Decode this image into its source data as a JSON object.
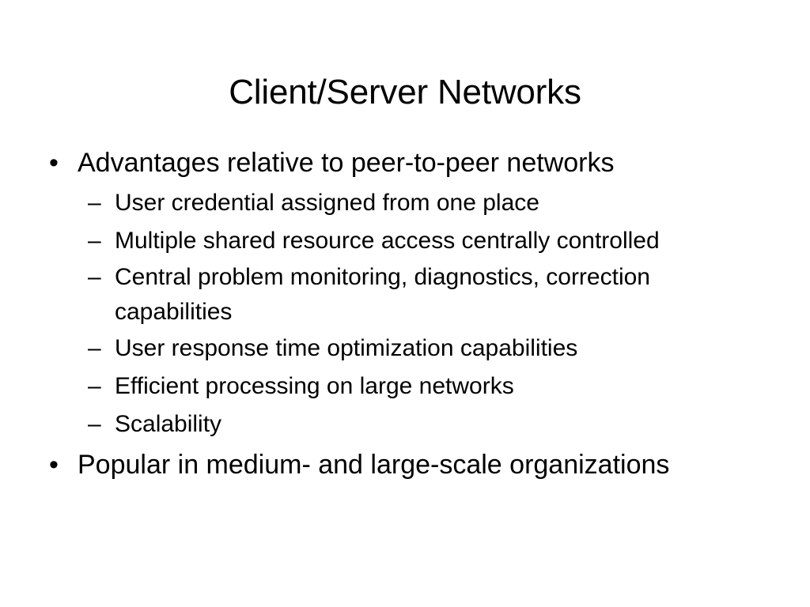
{
  "slide": {
    "title": "Client/Server Networks",
    "background_color": "#FFFFFF",
    "text_color": "#000000",
    "bullet_marker_level1": "•",
    "bullet_marker_level2": "–",
    "content": [
      {
        "level": 1,
        "text": "Advantages relative to peer-to-peer networks"
      },
      {
        "level": 2,
        "text": "User credential assigned from one place"
      },
      {
        "level": 2,
        "text": "Multiple shared resource access centrally controlled"
      },
      {
        "level": 2,
        "text": "Central problem monitoring, diagnostics, correction capabilities"
      },
      {
        "level": 2,
        "text": "User response time optimization capabilities"
      },
      {
        "level": 2,
        "text": "Efficient processing on large networks"
      },
      {
        "level": 2,
        "text": "Scalability"
      },
      {
        "level": 1,
        "text": "Popular in medium- and large-scale organizations"
      }
    ]
  }
}
